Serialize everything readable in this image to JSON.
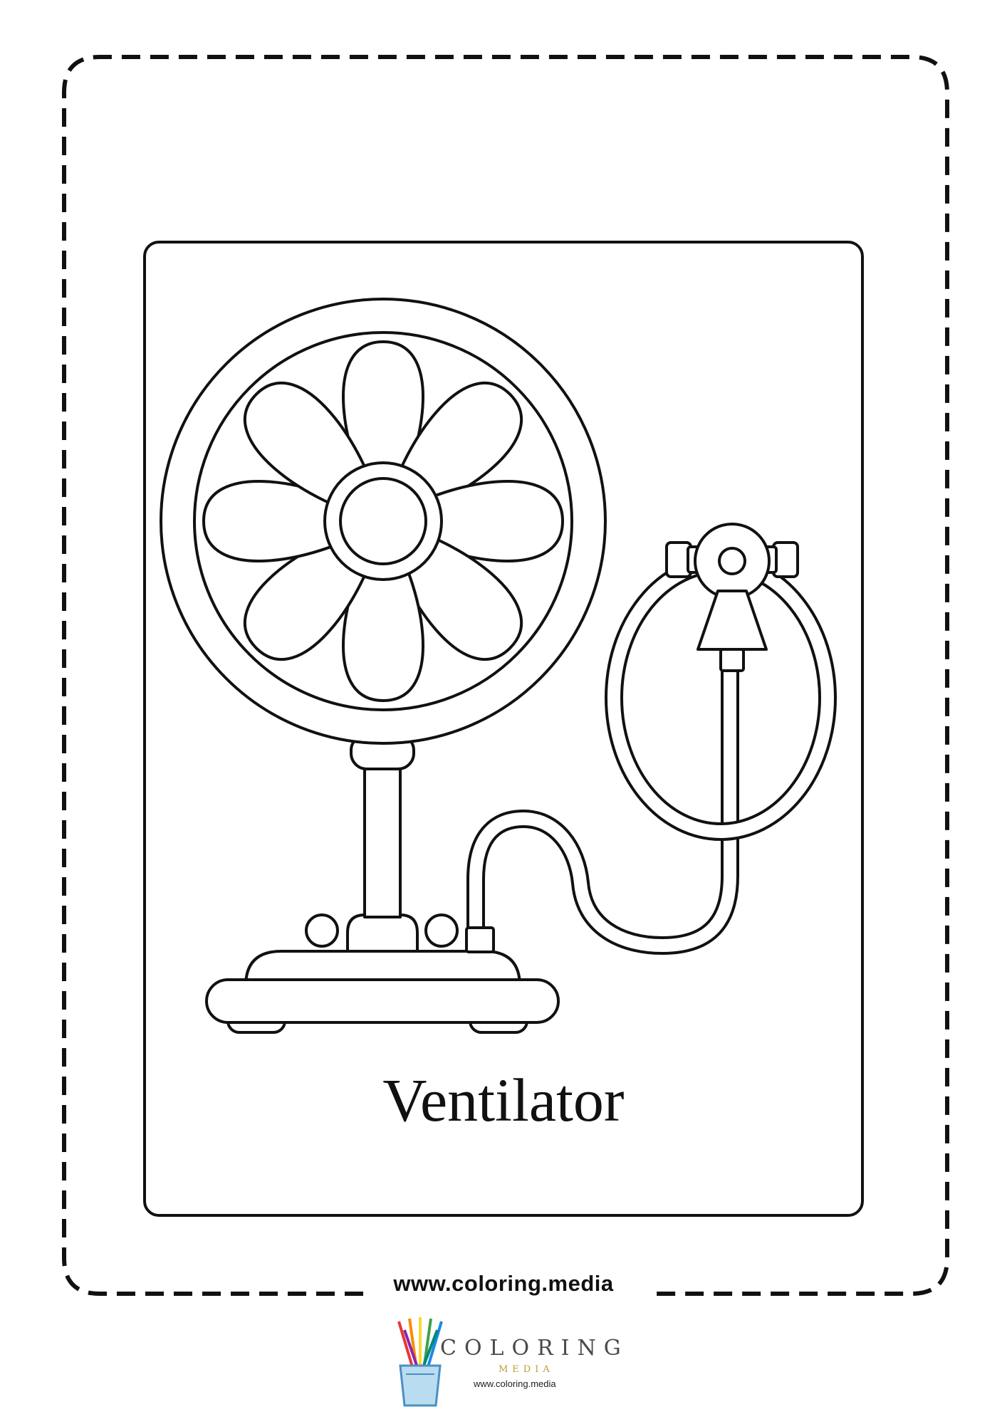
{
  "page": {
    "title": "Ventilator",
    "site_url": "www.coloring.media"
  },
  "logo": {
    "wordmark": "COLORING",
    "sub": "MEDIA",
    "url": "www.coloring.media",
    "icon": "pencil-cup-icon",
    "colors": [
      "#e53935",
      "#fb8c00",
      "#fdd835",
      "#43a047",
      "#1e88e5",
      "#8e24aa"
    ]
  },
  "illustration": {
    "subject": "ventilator-drawing",
    "line_color": "#111111"
  }
}
